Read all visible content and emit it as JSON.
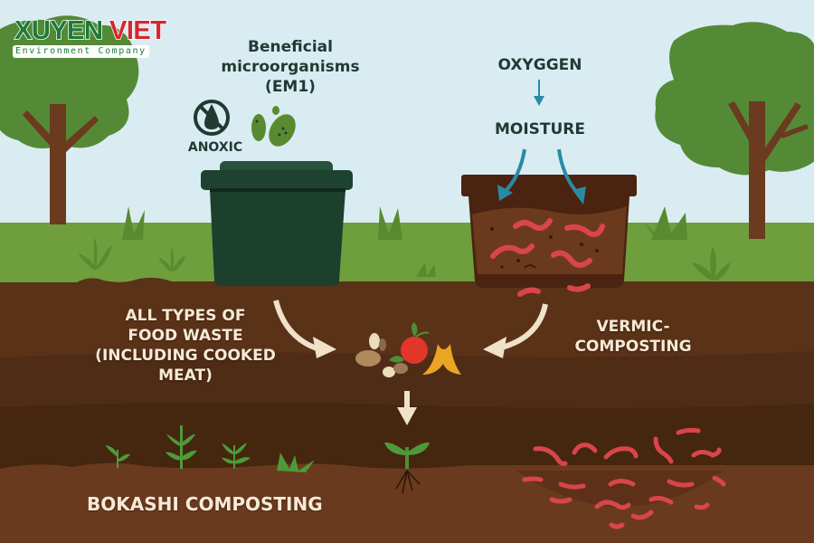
{
  "logo": {
    "brand_part1": "XUYEN",
    "brand_part2": "VIET",
    "tagline": "Environment Company",
    "colors": {
      "green": "#1e7a3a",
      "red": "#d7262e"
    }
  },
  "bokashi": {
    "agent_label_line1": "Beneficial",
    "agent_label_line2": "microorganisms",
    "agent_label_line3": "(EM1)",
    "condition_label": "ANOXIC",
    "condition_icon": "no-oxygen-drop-icon",
    "input_label_line1": "ALL TYPES OF",
    "input_label_line2": "FOOD WASTE",
    "input_label_line3": "(INCLUDING COOKED",
    "input_label_line4": "MEAT)",
    "method_label": "BOKASHI COMPOSTING",
    "bin_color": "#1c3f2e"
  },
  "vermicomposting": {
    "input1_label": "OXYGGEN",
    "input2_label": "MOISTURE",
    "method_label_line1": "VERMIC-",
    "method_label_line2": "COMPOSTING",
    "arrow_color": "#2a8aa6",
    "worm_color": "#d9454a"
  },
  "center": {
    "food_items": [
      "nuts",
      "mushroom",
      "apple",
      "banana-peel",
      "herb-leaves"
    ],
    "result": "seedling"
  },
  "palette": {
    "sky": "#d9ecf2",
    "grass": "#6f9e3d",
    "tree_leaves": "#548a36",
    "trunk": "#6b3a1f",
    "soil_top": "#5a3218",
    "soil_mid": "#4a2914",
    "soil_bottom": "#6a3a1e",
    "text_light": "#f6ead6",
    "text_dark": "#1f3a33"
  }
}
